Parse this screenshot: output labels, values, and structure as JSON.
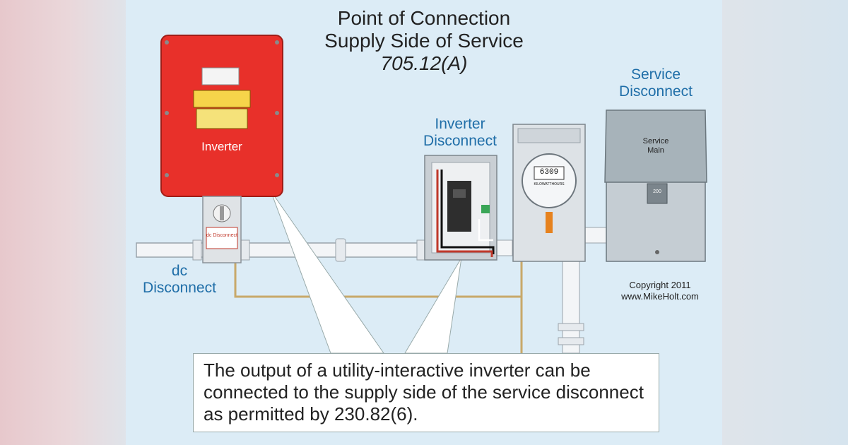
{
  "title": {
    "line1": "Point of Connection",
    "line2": "Supply Side of Service",
    "line3": "705.12(A)"
  },
  "labels": {
    "inverter": "Inverter",
    "dc_disconnect": "dc\nDisconnect",
    "dc_disconnect_plate": "dc Disconnect",
    "inverter_disconnect": "Inverter\nDisconnect",
    "service_disconnect": "Service\nDisconnect",
    "service_main": "Service\nMain",
    "meter_reading": "6309",
    "meter_units": "KILOWATTHOURS",
    "breaker_rating": "200"
  },
  "note": "The output of a utility-interactive inverter can be connected to the supply side of the service disconnect as permitted by 230.82(6).",
  "copyright": {
    "line1": "Copyright 2011",
    "line2": "www.MikeHolt.com"
  },
  "colors": {
    "inverter": "#e8302a",
    "label_blue": "#1f6ea8",
    "background": "#dcecf6"
  }
}
